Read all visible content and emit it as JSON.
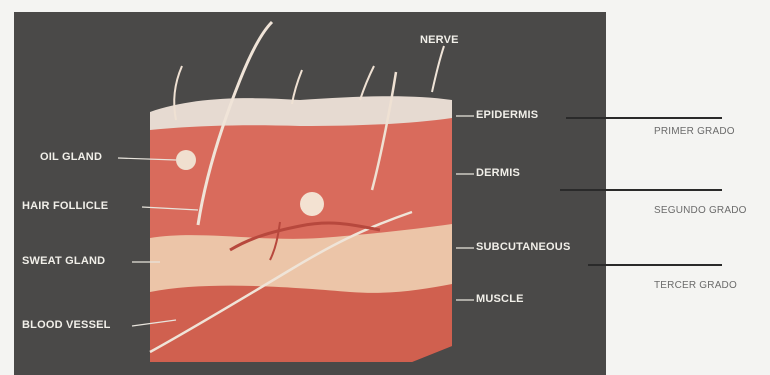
{
  "labels": {
    "nerve": "NERVE",
    "epidermis": "EPIDERMIS",
    "dermis": "DERMIS",
    "subcutaneous": "SUBCUTANEOUS",
    "muscle": "MUSCLE",
    "oil_gland": "OIL GLAND",
    "hair_follicle": "HAIR FOLLICLE",
    "sweat_gland": "SWEAT GLAND",
    "blood_vessel": "BLOOD VESSEL"
  },
  "degrees": {
    "first": "PRIMER GRADO",
    "second": "SEGUNDO GRADO",
    "third": "TERCER GRADO"
  },
  "colors": {
    "panel": "#4a4948",
    "epidermis": "#e4d6cd",
    "dermis": "#d8685a",
    "subcutaneous": "#ecc4a6",
    "muscle": "#cf5a4b"
  }
}
